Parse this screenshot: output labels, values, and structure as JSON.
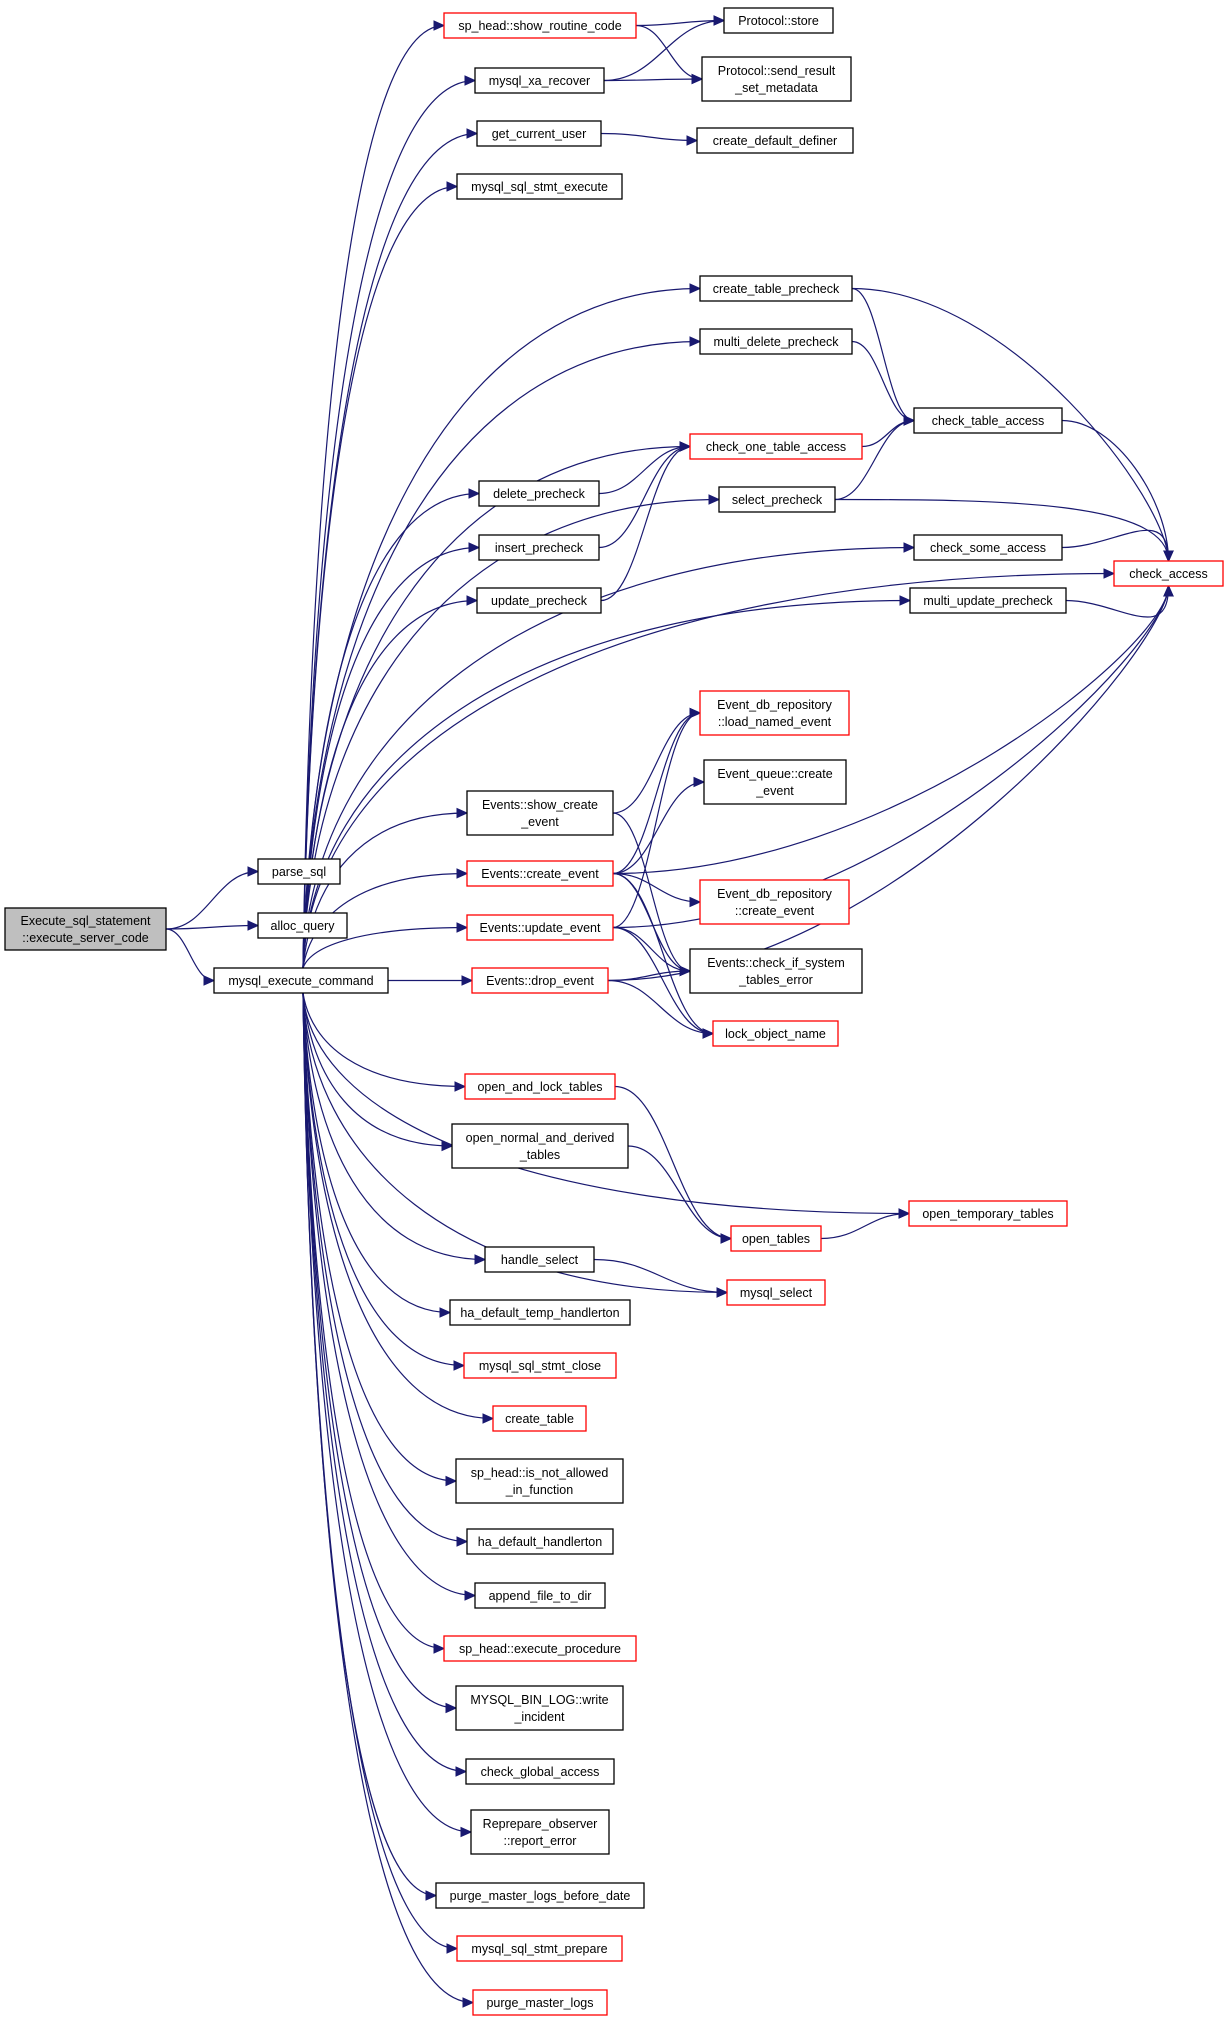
{
  "colors": {
    "edge": "#191970",
    "node_border": "#000000",
    "node_border_truncated": "#ff0000",
    "root_fill": "#bfbfbf",
    "node_fill": "#ffffff"
  },
  "nodes": {
    "root": {
      "lines": [
        "Execute_sql_statement",
        "::execute_server_code"
      ],
      "style": "root"
    },
    "parse_sql": {
      "lines": [
        "parse_sql"
      ],
      "style": "normal"
    },
    "alloc_query": {
      "lines": [
        "alloc_query"
      ],
      "style": "normal"
    },
    "mysql_execute_command": {
      "lines": [
        "mysql_execute_command"
      ],
      "style": "normal"
    },
    "sp_head_show_routine_code": {
      "lines": [
        "sp_head::show_routine_code"
      ],
      "style": "red"
    },
    "mysql_xa_recover": {
      "lines": [
        "mysql_xa_recover"
      ],
      "style": "normal"
    },
    "get_current_user": {
      "lines": [
        "get_current_user"
      ],
      "style": "normal"
    },
    "mysql_sql_stmt_execute": {
      "lines": [
        "mysql_sql_stmt_execute"
      ],
      "style": "normal"
    },
    "protocol_store": {
      "lines": [
        "Protocol::store"
      ],
      "style": "normal"
    },
    "protocol_send_result": {
      "lines": [
        "Protocol::send_result",
        "_set_metadata"
      ],
      "style": "normal"
    },
    "create_default_definer": {
      "lines": [
        "create_default_definer"
      ],
      "style": "normal"
    },
    "create_table_precheck": {
      "lines": [
        "create_table_precheck"
      ],
      "style": "normal"
    },
    "multi_delete_precheck": {
      "lines": [
        "multi_delete_precheck"
      ],
      "style": "normal"
    },
    "check_table_access": {
      "lines": [
        "check_table_access"
      ],
      "style": "normal"
    },
    "check_one_table_access": {
      "lines": [
        "check_one_table_access"
      ],
      "style": "red"
    },
    "delete_precheck": {
      "lines": [
        "delete_precheck"
      ],
      "style": "normal"
    },
    "select_precheck": {
      "lines": [
        "select_precheck"
      ],
      "style": "normal"
    },
    "insert_precheck": {
      "lines": [
        "insert_precheck"
      ],
      "style": "normal"
    },
    "check_some_access": {
      "lines": [
        "check_some_access"
      ],
      "style": "normal"
    },
    "check_access": {
      "lines": [
        "check_access"
      ],
      "style": "red"
    },
    "update_precheck": {
      "lines": [
        "update_precheck"
      ],
      "style": "normal"
    },
    "multi_update_precheck": {
      "lines": [
        "multi_update_precheck"
      ],
      "style": "normal"
    },
    "load_named_event": {
      "lines": [
        "Event_db_repository",
        "::load_named_event"
      ],
      "style": "red"
    },
    "event_queue_create": {
      "lines": [
        "Event_queue::create",
        "_event"
      ],
      "style": "normal"
    },
    "events_show_create": {
      "lines": [
        "Events::show_create",
        "_event"
      ],
      "style": "normal"
    },
    "events_create_event": {
      "lines": [
        "Events::create_event"
      ],
      "style": "red"
    },
    "db_repo_create_event": {
      "lines": [
        "Event_db_repository",
        "::create_event"
      ],
      "style": "red"
    },
    "events_update_event": {
      "lines": [
        "Events::update_event"
      ],
      "style": "red"
    },
    "check_if_system_tables": {
      "lines": [
        "Events::check_if_system",
        "_tables_error"
      ],
      "style": "normal"
    },
    "events_drop_event": {
      "lines": [
        "Events::drop_event"
      ],
      "style": "red"
    },
    "lock_object_name": {
      "lines": [
        "lock_object_name"
      ],
      "style": "red"
    },
    "open_and_lock_tables": {
      "lines": [
        "open_and_lock_tables"
      ],
      "style": "red"
    },
    "open_normal_and_derived": {
      "lines": [
        "open_normal_and_derived",
        "_tables"
      ],
      "style": "normal"
    },
    "open_temporary_tables": {
      "lines": [
        "open_temporary_tables"
      ],
      "style": "red"
    },
    "open_tables": {
      "lines": [
        "open_tables"
      ],
      "style": "red"
    },
    "handle_select": {
      "lines": [
        "handle_select"
      ],
      "style": "normal"
    },
    "mysql_select": {
      "lines": [
        "mysql_select"
      ],
      "style": "red"
    },
    "ha_default_temp_handlerton": {
      "lines": [
        "ha_default_temp_handlerton"
      ],
      "style": "normal"
    },
    "mysql_sql_stmt_close": {
      "lines": [
        "mysql_sql_stmt_close"
      ],
      "style": "red"
    },
    "create_table": {
      "lines": [
        "create_table"
      ],
      "style": "red"
    },
    "sp_head_is_not_allowed": {
      "lines": [
        "sp_head::is_not_allowed",
        "_in_function"
      ],
      "style": "normal"
    },
    "ha_default_handlerton": {
      "lines": [
        "ha_default_handlerton"
      ],
      "style": "normal"
    },
    "append_file_to_dir": {
      "lines": [
        "append_file_to_dir"
      ],
      "style": "normal"
    },
    "sp_head_execute_procedure": {
      "lines": [
        "sp_head::execute_procedure"
      ],
      "style": "red"
    },
    "mysql_bin_log_write_incident": {
      "lines": [
        "MYSQL_BIN_LOG::write",
        "_incident"
      ],
      "style": "normal"
    },
    "check_global_access": {
      "lines": [
        "check_global_access"
      ],
      "style": "normal"
    },
    "reprepare_observer": {
      "lines": [
        "Reprepare_observer",
        "::report_error"
      ],
      "style": "normal"
    },
    "purge_master_logs_before_date": {
      "lines": [
        "purge_master_logs_before_date"
      ],
      "style": "normal"
    },
    "mysql_sql_stmt_prepare": {
      "lines": [
        "mysql_sql_stmt_prepare"
      ],
      "style": "red"
    },
    "purge_master_logs": {
      "lines": [
        "purge_master_logs"
      ],
      "style": "red"
    }
  },
  "edges": [
    [
      "root",
      "parse_sql"
    ],
    [
      "root",
      "alloc_query"
    ],
    [
      "root",
      "mysql_execute_command"
    ],
    [
      "mysql_execute_command",
      "sp_head_show_routine_code"
    ],
    [
      "mysql_execute_command",
      "mysql_xa_recover"
    ],
    [
      "mysql_execute_command",
      "get_current_user"
    ],
    [
      "mysql_execute_command",
      "mysql_sql_stmt_execute"
    ],
    [
      "mysql_execute_command",
      "create_table_precheck"
    ],
    [
      "mysql_execute_command",
      "multi_delete_precheck"
    ],
    [
      "mysql_execute_command",
      "check_one_table_access"
    ],
    [
      "mysql_execute_command",
      "delete_precheck"
    ],
    [
      "mysql_execute_command",
      "insert_precheck"
    ],
    [
      "mysql_execute_command",
      "select_precheck"
    ],
    [
      "mysql_execute_command",
      "update_precheck"
    ],
    [
      "mysql_execute_command",
      "check_some_access"
    ],
    [
      "mysql_execute_command",
      "multi_update_precheck"
    ],
    [
      "mysql_execute_command",
      "check_access"
    ],
    [
      "mysql_execute_command",
      "events_show_create"
    ],
    [
      "mysql_execute_command",
      "events_create_event"
    ],
    [
      "mysql_execute_command",
      "events_update_event"
    ],
    [
      "mysql_execute_command",
      "events_drop_event"
    ],
    [
      "mysql_execute_command",
      "open_and_lock_tables"
    ],
    [
      "mysql_execute_command",
      "open_normal_and_derived"
    ],
    [
      "mysql_execute_command",
      "open_temporary_tables"
    ],
    [
      "mysql_execute_command",
      "handle_select"
    ],
    [
      "mysql_execute_command",
      "mysql_select"
    ],
    [
      "mysql_execute_command",
      "ha_default_temp_handlerton"
    ],
    [
      "mysql_execute_command",
      "mysql_sql_stmt_close"
    ],
    [
      "mysql_execute_command",
      "create_table"
    ],
    [
      "mysql_execute_command",
      "sp_head_is_not_allowed"
    ],
    [
      "mysql_execute_command",
      "ha_default_handlerton"
    ],
    [
      "mysql_execute_command",
      "append_file_to_dir"
    ],
    [
      "mysql_execute_command",
      "sp_head_execute_procedure"
    ],
    [
      "mysql_execute_command",
      "mysql_bin_log_write_incident"
    ],
    [
      "mysql_execute_command",
      "check_global_access"
    ],
    [
      "mysql_execute_command",
      "reprepare_observer"
    ],
    [
      "mysql_execute_command",
      "purge_master_logs_before_date"
    ],
    [
      "mysql_execute_command",
      "mysql_sql_stmt_prepare"
    ],
    [
      "mysql_execute_command",
      "purge_master_logs"
    ],
    [
      "sp_head_show_routine_code",
      "protocol_store"
    ],
    [
      "sp_head_show_routine_code",
      "protocol_send_result"
    ],
    [
      "mysql_xa_recover",
      "protocol_store"
    ],
    [
      "mysql_xa_recover",
      "protocol_send_result"
    ],
    [
      "get_current_user",
      "create_default_definer"
    ],
    [
      "create_table_precheck",
      "check_table_access"
    ],
    [
      "create_table_precheck",
      "check_access"
    ],
    [
      "multi_delete_precheck",
      "check_table_access"
    ],
    [
      "check_one_table_access",
      "check_table_access"
    ],
    [
      "delete_precheck",
      "check_one_table_access"
    ],
    [
      "insert_precheck",
      "check_one_table_access"
    ],
    [
      "update_precheck",
      "check_one_table_access"
    ],
    [
      "select_precheck",
      "check_table_access"
    ],
    [
      "select_precheck",
      "check_access"
    ],
    [
      "check_table_access",
      "check_access"
    ],
    [
      "check_some_access",
      "check_access"
    ],
    [
      "multi_update_precheck",
      "check_access"
    ],
    [
      "events_show_create",
      "load_named_event"
    ],
    [
      "events_show_create",
      "check_if_system_tables"
    ],
    [
      "events_create_event",
      "load_named_event"
    ],
    [
      "events_create_event",
      "event_queue_create"
    ],
    [
      "events_create_event",
      "db_repo_create_event"
    ],
    [
      "events_create_event",
      "check_if_system_tables"
    ],
    [
      "events_create_event",
      "lock_object_name"
    ],
    [
      "events_create_event",
      "check_access"
    ],
    [
      "events_update_event",
      "load_named_event"
    ],
    [
      "events_update_event",
      "check_if_system_tables"
    ],
    [
      "events_update_event",
      "lock_object_name"
    ],
    [
      "events_update_event",
      "check_access"
    ],
    [
      "events_drop_event",
      "check_if_system_tables"
    ],
    [
      "events_drop_event",
      "lock_object_name"
    ],
    [
      "events_drop_event",
      "check_access"
    ],
    [
      "open_and_lock_tables",
      "open_tables"
    ],
    [
      "open_normal_and_derived",
      "open_tables"
    ],
    [
      "open_tables",
      "open_temporary_tables"
    ],
    [
      "handle_select",
      "mysql_select"
    ]
  ]
}
